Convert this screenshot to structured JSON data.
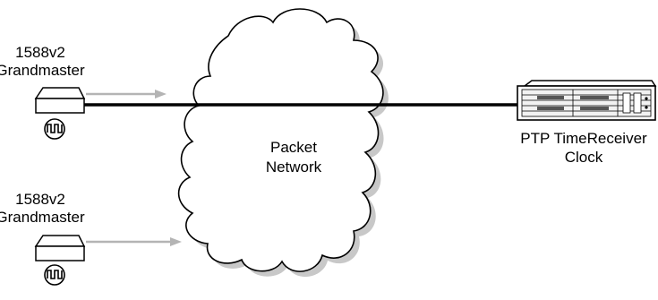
{
  "labels": {
    "gm1_line1": "1588v2",
    "gm1_line2": "Grandmaster",
    "gm2_line1": "1588v2",
    "gm2_line2": "Grandmaster",
    "network_line1": "Packet",
    "network_line2": "Network",
    "receiver_line1": "PTP TimeReceiver",
    "receiver_line2": "Clock"
  },
  "colors": {
    "stroke": "#000000",
    "shadow": "#c8c8c8",
    "arrow": "#b4b4b4",
    "background": "#ffffff"
  },
  "icons": {
    "grandmaster": "grandmaster-device-icon",
    "clock_signal": "clock-signal-icon",
    "receiver": "ptp-receiver-chassis-icon"
  }
}
